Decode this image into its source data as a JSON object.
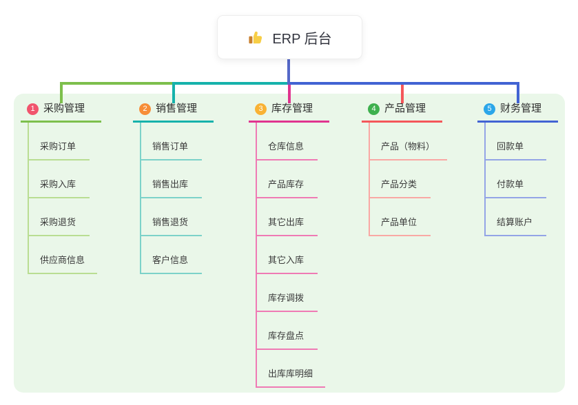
{
  "root": {
    "label": "ERP 后台",
    "icon": "thumbs-up"
  },
  "colors": {
    "page_bg": "#ffffff",
    "panel_bg": "#eaf7e9",
    "root_line": "#5568c8",
    "card_border": "#ededed",
    "title_text": "#2d2d2d",
    "leaf_text": "#3a3a3a"
  },
  "branches": [
    {
      "index": "1",
      "label": "采购管理",
      "badge_color": "#f1546d",
      "line_color": "#7dbf4c",
      "child_line_color": "#b9dd92",
      "children": [
        "采购订单",
        "采购入库",
        "采购退货",
        "供应商信息"
      ]
    },
    {
      "index": "2",
      "label": "销售管理",
      "badge_color": "#f78d37",
      "line_color": "#16b2ab",
      "child_line_color": "#7cd2c9",
      "children": [
        "销售订单",
        "销售出库",
        "销售退货",
        "客户信息"
      ]
    },
    {
      "index": "3",
      "label": "库存管理",
      "badge_color": "#f9b234",
      "line_color": "#e0348f",
      "child_line_color": "#ef7ab4",
      "children": [
        "仓库信息",
        "产品库存",
        "其它出库",
        "其它入库",
        "库存调拨",
        "库存盘点",
        "出库库明细"
      ]
    },
    {
      "index": "4",
      "label": "产品管理",
      "badge_color": "#3eb04e",
      "line_color": "#f4575a",
      "child_line_color": "#f9a8a4",
      "children": [
        "产品（物料）",
        "产品分类",
        "产品单位"
      ]
    },
    {
      "index": "5",
      "label": "财务管理",
      "badge_color": "#2ba6e9",
      "line_color": "#4263d3",
      "child_line_color": "#93a4e6",
      "children": [
        "回款单",
        "付款单",
        "结算账户"
      ]
    }
  ]
}
